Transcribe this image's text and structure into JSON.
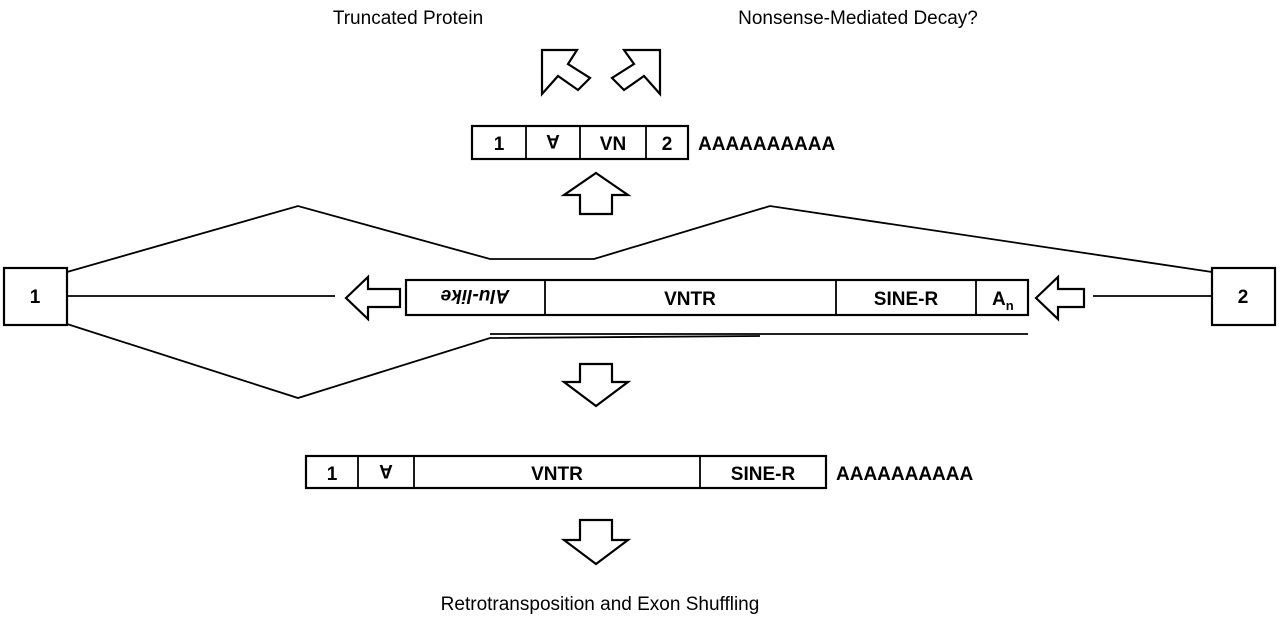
{
  "labels": {
    "truncated_protein": "Truncated Protein",
    "nmd": "Nonsense-Mediated Decay?",
    "retro": "Retrotransposition and Exon Shuffling"
  },
  "top_transcript": {
    "segments": [
      "1",
      "A",
      "VN",
      "2"
    ],
    "polyA": "AAAAAAAAAA"
  },
  "genomic": {
    "exon1": "1",
    "exon2": "2",
    "insert": {
      "alu": "Alu-like",
      "vntr": "VNTR",
      "siner": "SINE-R",
      "an_base": "A",
      "an_sub": "n"
    }
  },
  "bottom_transcript": {
    "segments": [
      "1",
      "A",
      "VNTR",
      "SINE-R"
    ],
    "polyA": "AAAAAAAAAA"
  }
}
